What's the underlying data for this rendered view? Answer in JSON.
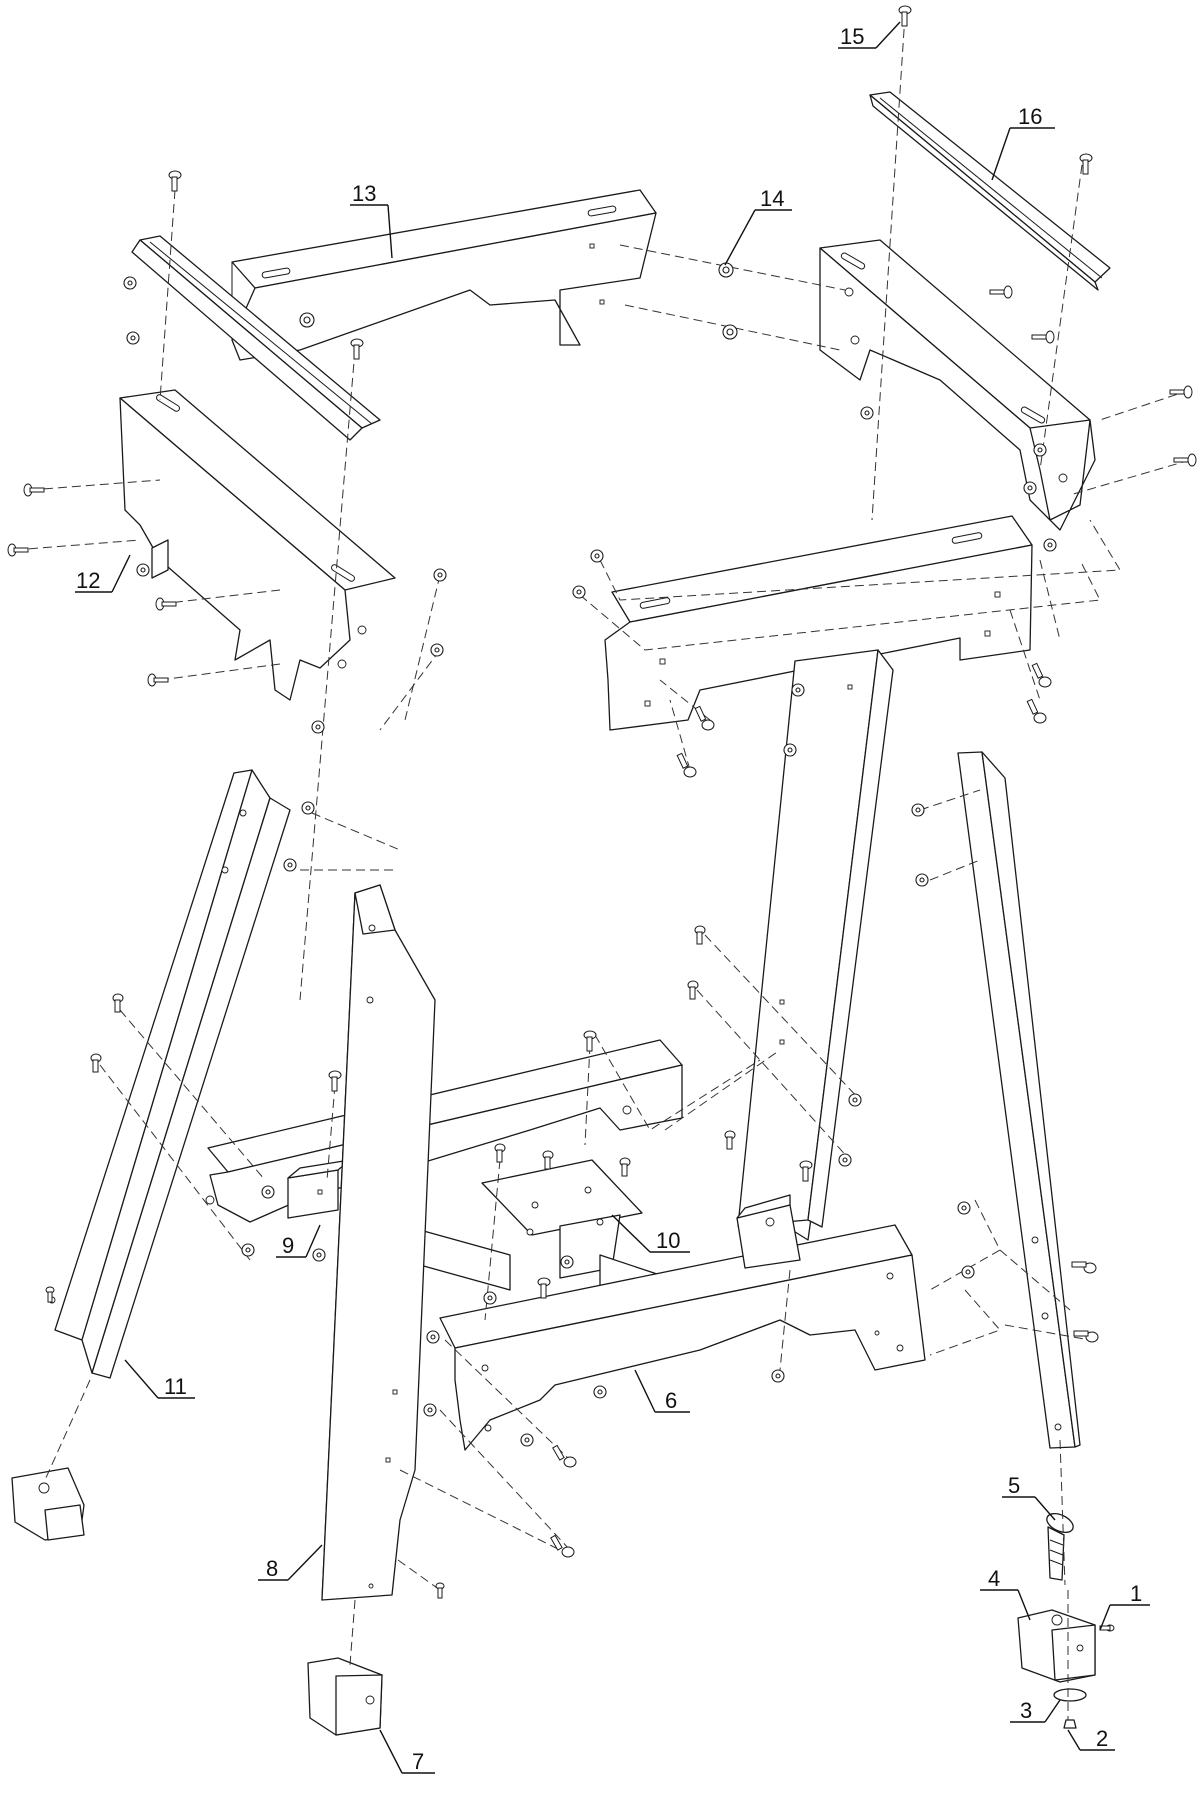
{
  "diagram": {
    "type": "exploded-parts-diagram",
    "callouts": [
      "1",
      "2",
      "3",
      "4",
      "5",
      "6",
      "7",
      "8",
      "9",
      "10",
      "11",
      "12",
      "13",
      "14",
      "15",
      "16"
    ]
  }
}
